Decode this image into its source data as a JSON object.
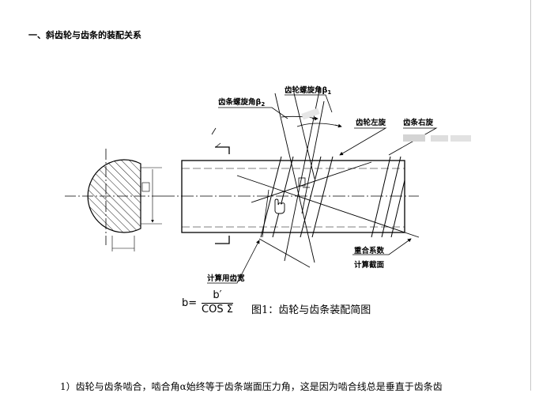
{
  "section_title": "一、斜齿轮与齿条的装配关系",
  "labels": {
    "rack_helix_angle": "齿条螺旋角β",
    "rack_helix_angle_sub": "2",
    "gear_helix_angle": "齿轮螺旋角β",
    "gear_helix_angle_sub": "1",
    "gear_left_hand": "齿轮左旋",
    "rack_right_hand": "齿条右旋",
    "contact_ratio": "重合系数",
    "calc_section": "计算截面",
    "calc_face_width": "计算用齿宽"
  },
  "formula": {
    "lhs": "b=",
    "numerator": "b′",
    "denominator": "COS Σ"
  },
  "figure_caption": "图1：齿轮与齿条装配简图",
  "paragraph_start": "1）齿轮与齿条啮合，啮合角α始终等于齿条端面压力角，这是因为啮合线总是垂直于齿条齿"
}
